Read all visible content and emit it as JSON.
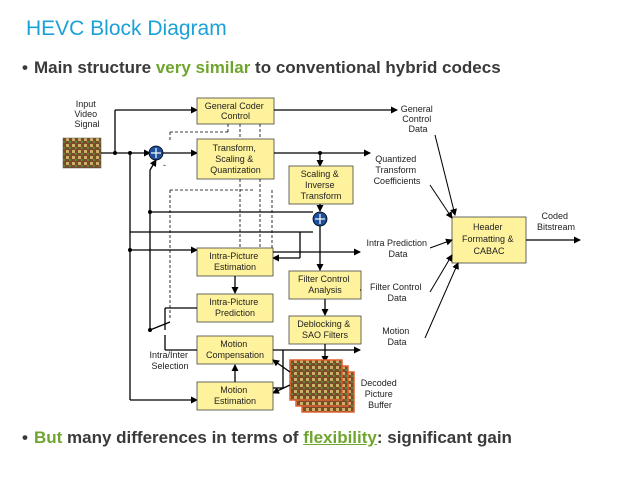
{
  "slide": {
    "title": "HEVC Block Diagram",
    "bullet1": {
      "prefix": "Main structure ",
      "highlight": "very similar",
      "suffix": " to conventional hybrid codecs"
    },
    "bullet2": {
      "highlight1": "But",
      "middle": " many differences in terms of ",
      "highlight2": "flexibility",
      "suffix": ": significant gain"
    }
  },
  "diagram": {
    "blocks": {
      "general_coder_control": [
        "General Coder",
        "Control"
      ],
      "transform": [
        "Transform,",
        "Scaling &",
        "Quantization"
      ],
      "scaling_inverse": [
        "Scaling &",
        "Inverse",
        "Transform"
      ],
      "intra_estimation": [
        "Intra-Picture",
        "Estimation"
      ],
      "intra_prediction": [
        "Intra-Picture",
        "Prediction"
      ],
      "filter_control": [
        "Filter Control",
        "Analysis"
      ],
      "deblocking": [
        "Deblocking &",
        "SAO Filters"
      ],
      "motion_compensation": [
        "Motion",
        "Compensation"
      ],
      "motion_estimation": [
        "Motion",
        "Estimation"
      ],
      "header_formatting": [
        "Header",
        "Formatting &",
        "CABAC"
      ]
    },
    "labels": {
      "input_video": [
        "Input",
        "Video",
        "Signal"
      ],
      "general_control_data": [
        "General",
        "Control",
        "Data"
      ],
      "quantized_coeffs": [
        "Quantized",
        "Transform",
        "Coefficients"
      ],
      "coded_bitstream": [
        "Coded",
        "Bitstream"
      ],
      "intra_prediction_data": [
        "Intra Prediction",
        "Data"
      ],
      "filter_control_data": [
        "Filter Control",
        "Data"
      ],
      "motion_data": [
        "Motion",
        "Data"
      ],
      "intra_inter_selection": [
        "Intra/Inter",
        "Selection"
      ],
      "decoded_picture_buffer": [
        "Decoded",
        "Picture",
        "Buffer"
      ],
      "minus_sign": "-"
    },
    "colors": {
      "block_fill": "#fff29c",
      "block_stroke": "#444444",
      "adder_fill": "#1e4f9c",
      "line": "#000000",
      "title": "#1ba1d8",
      "highlight": "#6fa52e"
    }
  }
}
